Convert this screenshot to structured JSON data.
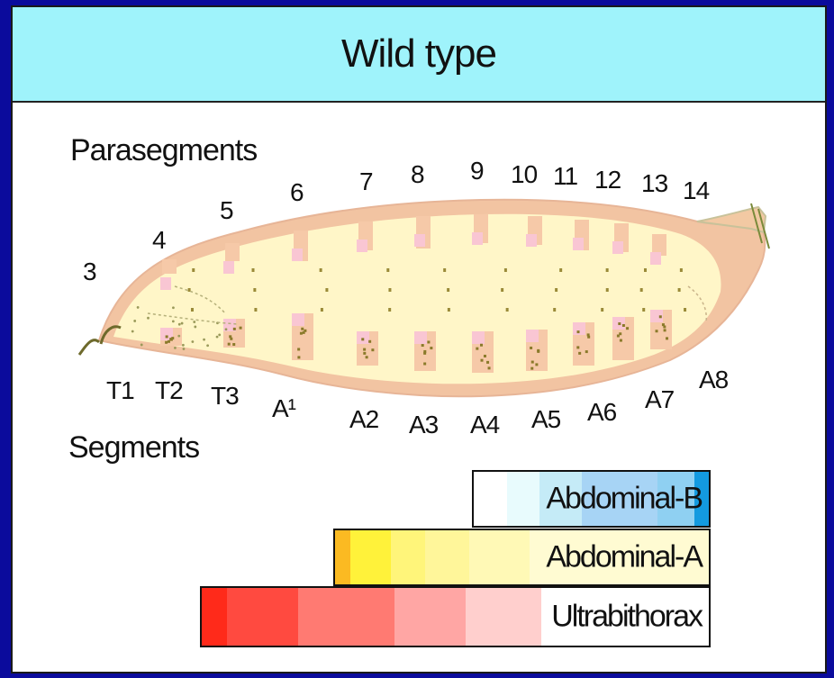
{
  "title": "Wild type",
  "parasegments_label": "Parasegments",
  "segments_label": "Segments",
  "parasegments": [
    "3",
    "4",
    "5",
    "6",
    "7",
    "8",
    "9",
    "10",
    "11",
    "12",
    "13",
    "14"
  ],
  "segments": [
    "T1",
    "T2",
    "T3",
    "A¹",
    "A2",
    "A3",
    "A4",
    "A5",
    "A6",
    "A7",
    "A8"
  ],
  "expression_bars": [
    {
      "gene": "Abdominal-B",
      "colors": [
        "#ffffff",
        "#e8fbfd",
        "#c5ebf7",
        "#a7d4f5",
        "#a7d4f5",
        "#8fd0f2",
        "#139ae0"
      ]
    },
    {
      "gene": "Abdominal-A",
      "colors": [
        "#fbba22",
        "#fff23a",
        "#fff57a",
        "#fff69a",
        "#fff9b6",
        "#fffbd2",
        "#fffbd2"
      ]
    },
    {
      "gene": "Ultrabithorax",
      "colors": [
        "#ff2a1a",
        "#ff4a40",
        "#ff7a72",
        "#ffa6a4",
        "#ffcfcd",
        "#ffffff"
      ]
    }
  ],
  "colors": {
    "background": "#0b0b9c",
    "title_band": "#9ff3fb",
    "embryo_fill": "#fff6c8",
    "embryo_outline": "#f2c4a2",
    "stripe": "#f6c9a8"
  }
}
